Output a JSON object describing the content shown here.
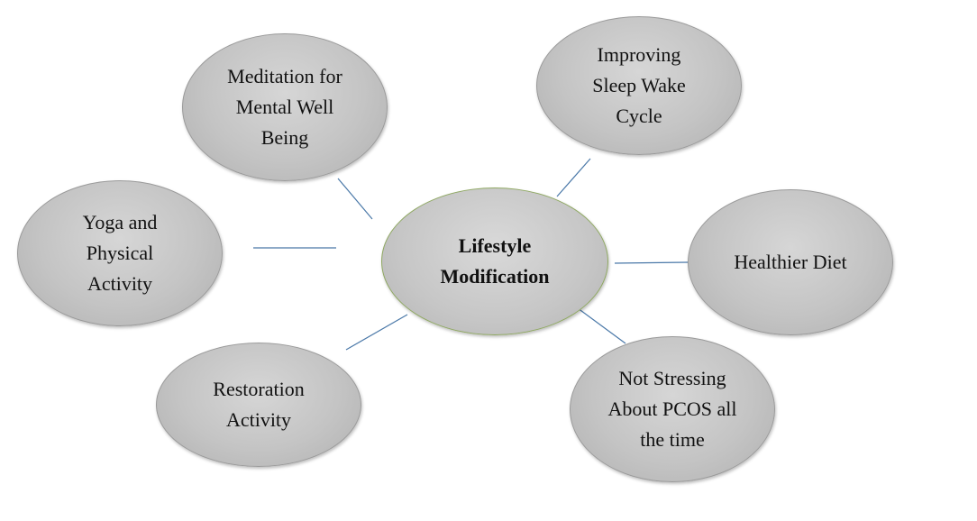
{
  "center": {
    "label": "Lifestyle\nModification"
  },
  "nodes": {
    "meditation": {
      "label": "Meditation for\nMental Well\nBeing"
    },
    "sleep": {
      "label": "Improving\nSleep Wake\nCycle"
    },
    "yoga": {
      "label": "Yoga and\nPhysical\nActivity"
    },
    "diet": {
      "label": "Healthier Diet"
    },
    "restoration": {
      "label": "Restoration\nActivity"
    },
    "stress": {
      "label": "Not Stressing\nAbout PCOS all\nthe time"
    }
  },
  "colors": {
    "connector": "#4a78a8",
    "center_border": "#8fa862",
    "node_fill": "#c4c4c4"
  }
}
